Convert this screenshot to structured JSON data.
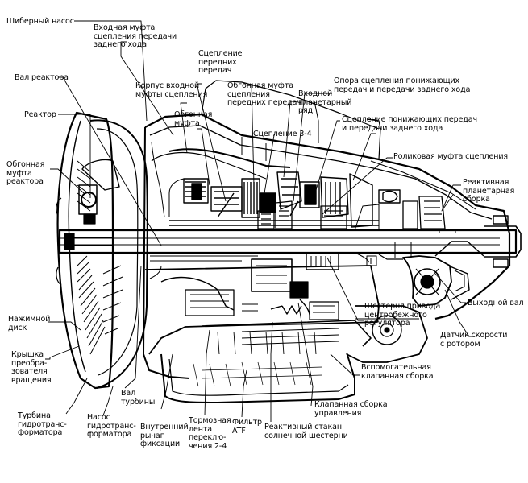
{
  "labels": {
    "vane_pump": "Шиберный насос",
    "reverse_input_clutch": "Входная муфта\nсцепления передачи\nзаднего хода",
    "reactor_shaft": "Вал реактора",
    "forward_clutch": "Сцепление\nпередних\nпередач",
    "input_clutch_housing": "Корпус входной\nмуфты сцепления",
    "forward_overrun_clutch": "Обгонная муфта\nсцепления\nпередних передач",
    "input_planetary": "Входной\nпланетарный\nряд",
    "lowreverse_support": "Опора сцепления понижающих\nпередач и передачи заднего хода",
    "reactor": "Реактор",
    "overrun_clutch": "Обгонная\nмуфта",
    "clutch_34": "Сцепление 3-4",
    "lowreverse_clutch": "Сцепление понижающих передач\nи передачи заднего хода",
    "reactor_overrun": "Обгонная\nмуфта\nреактора",
    "roller_clutch": "Роликовая муфта сцепления",
    "reaction_planetary": "Реактивная\nпланетарная\nсборка",
    "pressure_plate": "Нажимной\nдиск",
    "output_shaft": "Выходной вал",
    "governor_gear": "Шестерня привода\nцентробежного\nрегулятора",
    "speed_sensor": "Датчик скорости\nс ротором",
    "converter_cover": "Крышка\nпреобра-\nзователя\nвращения",
    "aux_valve": "Вспомогательная\nклапанная сборка",
    "turbine_shaft": "Вал\nтурбины",
    "control_valve": "Клапанная сборка\nуправления",
    "turbine": "Турбина\nгидротранс-\nформатора",
    "pump": "Насос\nгидротранс-\nформатора",
    "inner_lever": "Внутренний\nрычаг\nфиксации",
    "brake_band": "Тормозная\nлента\nпереклю-\nчения 2-4",
    "atf_filter": "Фильтр\nATF",
    "sun_shell": "Реактивный стакан\nсолнечной шестерни"
  }
}
